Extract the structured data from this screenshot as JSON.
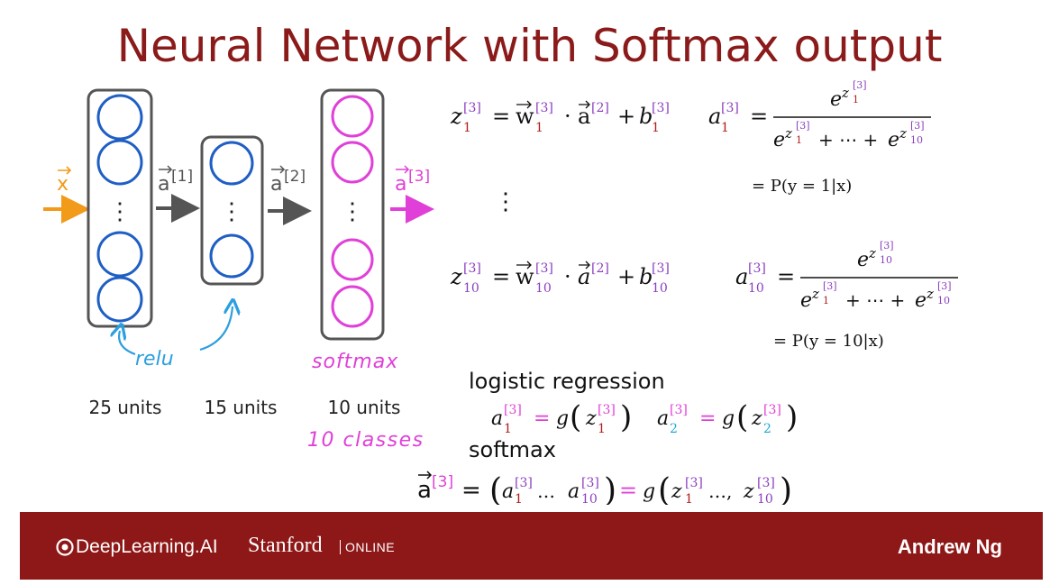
{
  "title": "Neural Network with Softmax output",
  "diagram": {
    "input_label": "x",
    "arrow_labels": [
      "a",
      "a",
      "a"
    ],
    "layer_superscripts": [
      "[1]",
      "[2]",
      "[3]"
    ],
    "hidden_dots": "⋮",
    "relu_label": "relu",
    "softmax_label": "softmax",
    "layers": [
      {
        "units_label": "25 units",
        "color": "#1f5fc4"
      },
      {
        "units_label": "15 units",
        "color": "#1f5fc4"
      },
      {
        "units_label": "10 units",
        "color": "#e040d8"
      }
    ],
    "classes_label": "10 classes"
  },
  "equations": {
    "z_var": "z",
    "w_var": "w",
    "a_var": "a",
    "b_var": "b",
    "e_var": "e",
    "sup3": "[3]",
    "sup2": "[2]",
    "sub1": "1",
    "sub10": "10",
    "eq": "=",
    "dot": "·",
    "plus": "+",
    "sum_mid": "+ ⋯ +",
    "vdots": "⋮",
    "prob1": "= P(y = 1|x)",
    "prob10": "= P(y = 10|x)"
  },
  "logistic": {
    "heading": "logistic regression",
    "g": "g",
    "sub2": "2"
  },
  "softmax": {
    "heading": "softmax",
    "ellipsis_a": "…",
    "ellipsis_z": "…,"
  },
  "colors": {
    "title": "#8b1a1a",
    "footer": "#8e1717",
    "orange": "#f29a1a",
    "blue": "#1f5fc4",
    "magenta": "#e040d8",
    "dark_red": "#b01c1c",
    "purple": "#8a3fbf",
    "cyan": "#1aa7d8",
    "light_blue": "#2c9fe0"
  },
  "footer": {
    "logo": "DeepLearning.AI",
    "stanford": "Stanford",
    "online": "ONLINE",
    "author": "Andrew Ng"
  }
}
